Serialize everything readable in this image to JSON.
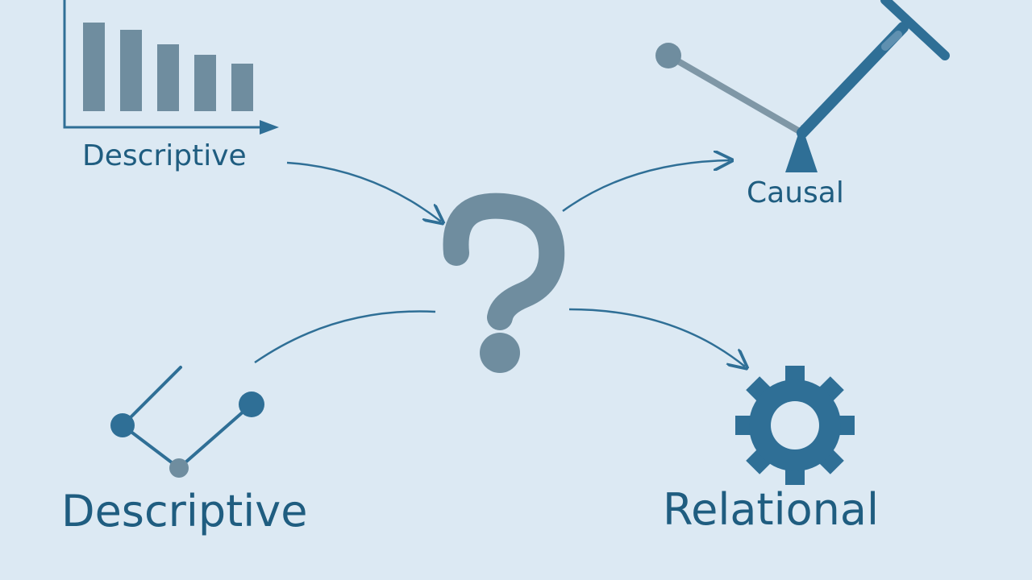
{
  "diagram": {
    "center": {
      "symbol": "?",
      "icon": "question-mark-icon"
    },
    "nodes": [
      {
        "id": "descriptive-top",
        "label": "Descriptive",
        "icon": "bar-chart-icon"
      },
      {
        "id": "causal",
        "label": "Causal",
        "icon": "lever-icon"
      },
      {
        "id": "descriptive-bottom",
        "label": "Descriptive",
        "icon": "connected-nodes-icon"
      },
      {
        "id": "relational",
        "label": "Relational",
        "icon": "gear-icon"
      }
    ],
    "arrows": [
      {
        "from": "descriptive-top",
        "to": "center"
      },
      {
        "from": "center",
        "to": "causal"
      },
      {
        "from": "descriptive-bottom",
        "to": "center"
      },
      {
        "from": "center",
        "to": "relational"
      }
    ]
  },
  "colors": {
    "background": "#dce9f3",
    "accent": "#2f6f96",
    "muted": "#6f8d9f",
    "text": "#1f5d80"
  }
}
